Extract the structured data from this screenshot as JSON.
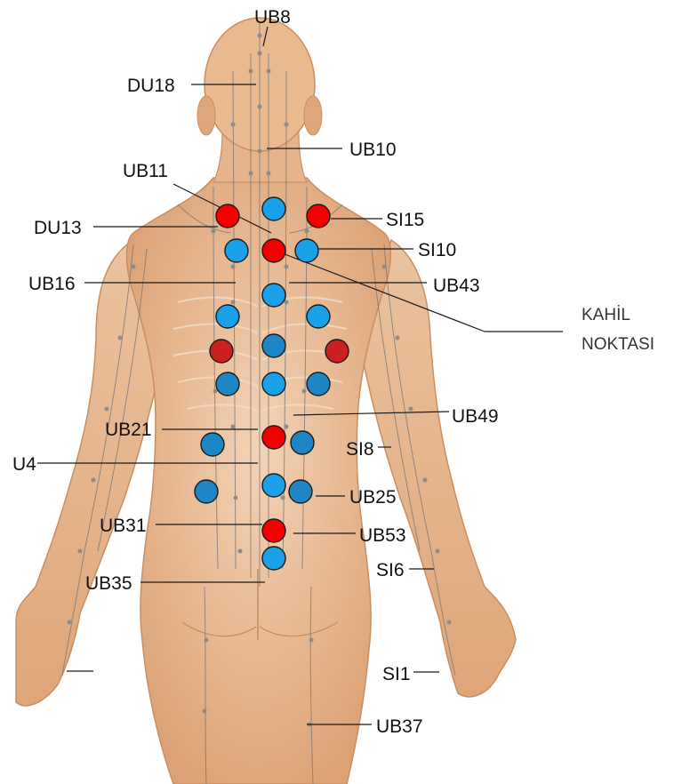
{
  "figure": {
    "body_skin_color": "#e8b98f",
    "outline_color": "#c98f62",
    "meridian_color": "#7a7a7a",
    "marker_colors": {
      "red": "#f20000",
      "dark_red": "#cc2020",
      "light_blue": "#1aa0e6",
      "dark_blue": "#1f86c6"
    }
  },
  "labels": {
    "UB8": "UB8",
    "DU18": "DU18",
    "UB10": "UB10",
    "UB11": "UB11",
    "DU13": "DU13",
    "SI15": "SI15",
    "SI10": "SI10",
    "UB16": "UB16",
    "UB43": "UB43",
    "kahil_line1": "KAHİL",
    "kahil_line2": "NOKTASI",
    "UB49": "UB49",
    "UB21": "UB21",
    "SI8": "SI8",
    "U4": "U4",
    "UB25": "UB25",
    "UB31": "UB31",
    "UB53": "UB53",
    "SI6": "SI6",
    "UB35": "UB35",
    "SI1": "SI1",
    "UB37": "UB37"
  },
  "markers": [
    {
      "id": "m1",
      "color": "red"
    },
    {
      "id": "m2",
      "color": "light_blue"
    },
    {
      "id": "m3",
      "color": "red"
    },
    {
      "id": "m4",
      "color": "light_blue"
    },
    {
      "id": "m5",
      "color": "red"
    },
    {
      "id": "m6",
      "color": "light_blue"
    },
    {
      "id": "m7",
      "color": "light_blue"
    },
    {
      "id": "m8",
      "color": "light_blue"
    },
    {
      "id": "m9",
      "color": "light_blue"
    },
    {
      "id": "m10",
      "color": "dark_red"
    },
    {
      "id": "m11",
      "color": "dark_blue"
    },
    {
      "id": "m12",
      "color": "dark_red"
    },
    {
      "id": "m13",
      "color": "dark_blue"
    },
    {
      "id": "m14",
      "color": "light_blue"
    },
    {
      "id": "m15",
      "color": "dark_blue"
    },
    {
      "id": "m16",
      "color": "dark_blue"
    },
    {
      "id": "m17",
      "color": "red"
    },
    {
      "id": "m18",
      "color": "dark_blue"
    },
    {
      "id": "m19",
      "color": "dark_blue"
    },
    {
      "id": "m20",
      "color": "light_blue"
    },
    {
      "id": "m21",
      "color": "dark_blue"
    },
    {
      "id": "m22",
      "color": "red"
    },
    {
      "id": "m23",
      "color": "light_blue"
    }
  ]
}
